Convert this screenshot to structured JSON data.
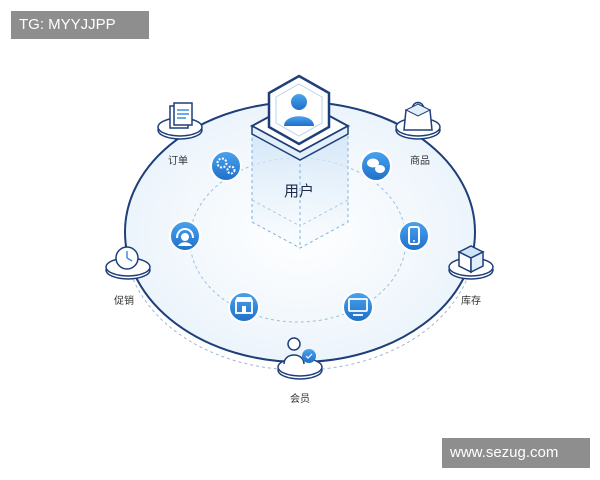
{
  "watermarks": {
    "top_left": "TG: MYYJJPP",
    "bottom_right": "www.sezug.com"
  },
  "center": {
    "label": "用户",
    "icon": "user-icon"
  },
  "outer_nodes": [
    {
      "label": "订单",
      "icon": "document-icon"
    },
    {
      "label": "商品",
      "icon": "shopping-bag-icon"
    },
    {
      "label": "库存",
      "icon": "box-icon"
    },
    {
      "label": "会员",
      "icon": "member-icon"
    },
    {
      "label": "促销",
      "icon": "clock-icon"
    }
  ],
  "inner_icons": [
    "gears-icon",
    "wechat-icon",
    "headset-icon",
    "phone-icon",
    "shop-icon",
    "monitor-icon"
  ],
  "colors": {
    "primary": "#1e5bb8",
    "accent": "#3a8fe0",
    "light": "#e9f3fc",
    "line": "#2a4a86"
  }
}
